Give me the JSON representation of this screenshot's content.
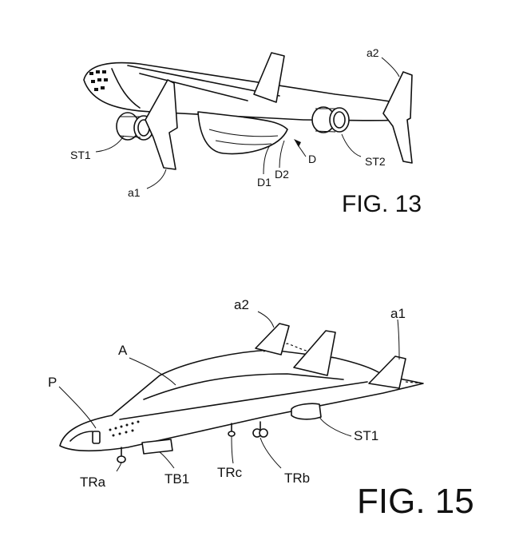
{
  "figure13": {
    "title": "FIG. 13",
    "labels": {
      "a2": "a2",
      "st1": "ST1",
      "a1": "a1",
      "d1": "D1",
      "d2": "D2",
      "d": "D",
      "st2": "ST2"
    }
  },
  "figure15": {
    "title": "FIG. 15",
    "labels": {
      "a2": "a2",
      "a1": "a1",
      "a": "A",
      "p": "P",
      "st1": "ST1",
      "tra": "TRa",
      "tb1": "TB1",
      "trc": "TRc",
      "trb": "TRb"
    }
  }
}
